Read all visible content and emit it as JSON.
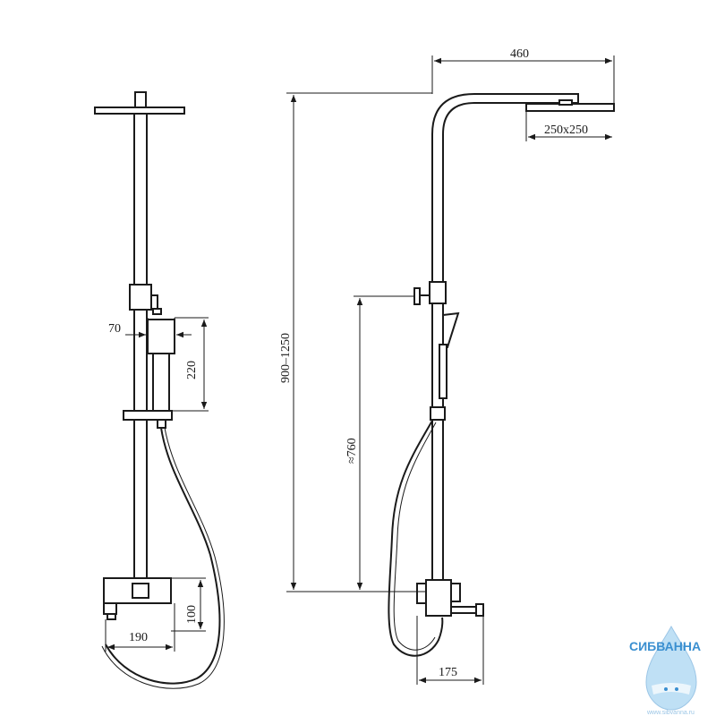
{
  "diagram": {
    "dimensions": {
      "head_reach": "460",
      "head_size": "250x250",
      "height_range": "900–1250",
      "bracket_height": "≈760",
      "spout_depth": "175",
      "holder_width": "70",
      "holder_length": "220",
      "mixer_height": "100",
      "mixer_width": "190"
    }
  },
  "watermark": {
    "brand": "СИБВАННА",
    "url": "www.sibvanna.ru",
    "colors": {
      "brand": "#3a8fd0",
      "drop": "#bfe0f5"
    }
  }
}
